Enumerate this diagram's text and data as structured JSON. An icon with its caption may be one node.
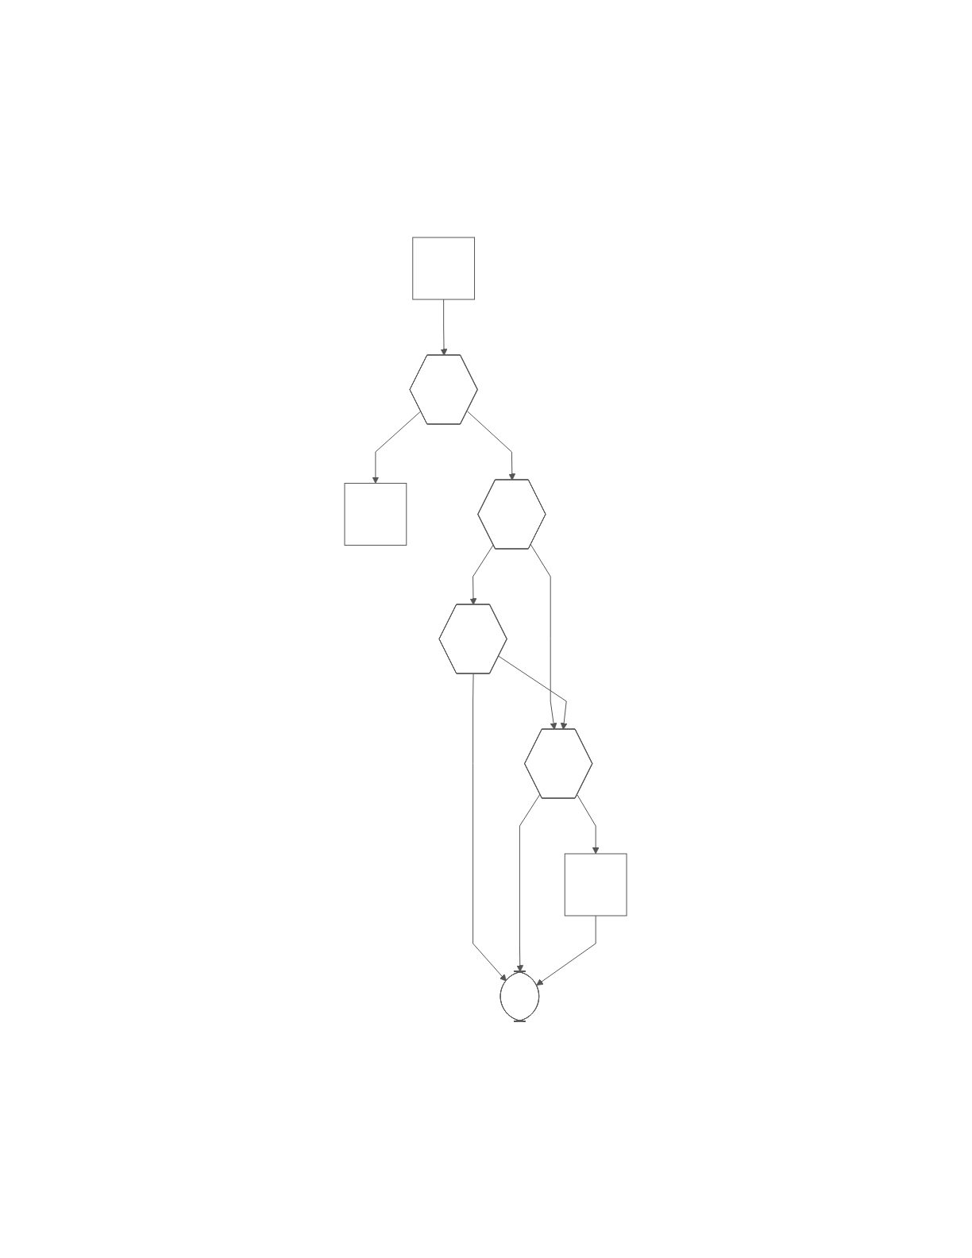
{
  "diagram": {
    "nodes": [
      {
        "text": [],
        "shape": "box"
      },
      {
        "text": [],
        "shape": "hexagon"
      },
      {
        "text": [],
        "shape": "box"
      },
      {
        "text": [],
        "shape": "hexagon"
      },
      {
        "text": [],
        "shape": "hexagon"
      },
      {
        "text": [],
        "shape": "hexagon"
      },
      {
        "text": [],
        "shape": "box"
      },
      {
        "text": [],
        "shape": "stadium"
      }
    ],
    "edges": [
      {
        "from": 0,
        "to": 1,
        "arrow": "to"
      },
      {
        "from": 1,
        "to": 2,
        "arrow": "to"
      },
      {
        "from": 1,
        "to": 3,
        "arrow": "to"
      },
      {
        "from": 3,
        "to": 4,
        "arrow": "to"
      },
      {
        "from": 3,
        "to": 5,
        "arrow": "to"
      },
      {
        "from": 4,
        "to": 5,
        "arrow": "to"
      },
      {
        "from": 4,
        "to": 7,
        "arrow": "to"
      },
      {
        "from": 5,
        "to": 7,
        "arrow": "to"
      },
      {
        "from": 5,
        "to": 6,
        "arrow": "to"
      },
      {
        "from": 6,
        "to": 7,
        "arrow": "to"
      }
    ]
  }
}
